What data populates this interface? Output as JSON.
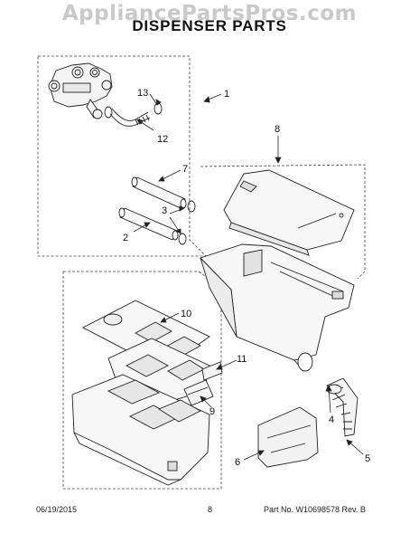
{
  "watermark": "AppliancePartsPros.com",
  "title": "DISPENSER PARTS",
  "callouts": {
    "c1": "1",
    "c2": "2",
    "c3": "3",
    "c4": "4",
    "c5": "5",
    "c6": "6",
    "c7": "7",
    "c8": "8",
    "c9": "9",
    "c10": "10",
    "c11": "11",
    "c12": "12",
    "c13": "13"
  },
  "footer": {
    "date": "06/19/2015",
    "page": "8",
    "part_no": "Part No.  W10698578   Rev.  B"
  }
}
